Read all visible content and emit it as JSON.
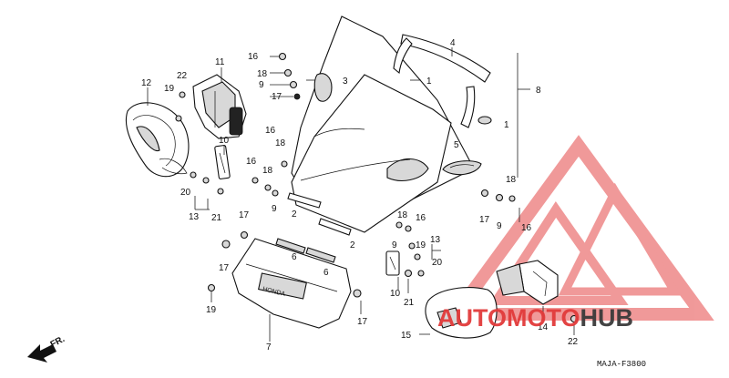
{
  "diagram": {
    "code": "MAJA-F3800",
    "direction_label": "FR.",
    "brand_on_part": "HONDA",
    "callouts": {
      "c1a": "1",
      "c1b": "1",
      "c2a": "2",
      "c2b": "2",
      "c3": "3",
      "c4": "4",
      "c5": "5",
      "c6a": "6",
      "c6b": "6",
      "c7": "7",
      "c8": "8",
      "c9a": "9",
      "c9b": "9",
      "c9c": "9",
      "c9d": "9",
      "c10a": "10",
      "c10b": "10",
      "c11": "11",
      "c12": "12",
      "c13a": "13",
      "c13b": "13",
      "c14": "14",
      "c15": "15",
      "c16a": "16",
      "c16b": "16",
      "c16c": "16",
      "c16d": "16",
      "c16e": "16",
      "c17a": "17",
      "c17b": "17",
      "c17c": "17",
      "c17d": "17",
      "c17e": "17",
      "c18a": "18",
      "c18b": "18",
      "c18c": "18",
      "c18d": "18",
      "c18e": "18",
      "c19a": "19",
      "c19b": "19",
      "c19c": "19",
      "c20a": "20",
      "c20b": "20",
      "c21a": "21",
      "c21b": "21",
      "c22a": "22",
      "c22b": "22"
    }
  },
  "watermark": {
    "name": "AUTOMOTOHUB",
    "part1": "AUTOMOTO",
    "part2": "HUB",
    "colors": {
      "red": "#e23b3b",
      "dark": "#3a3a3a"
    }
  }
}
